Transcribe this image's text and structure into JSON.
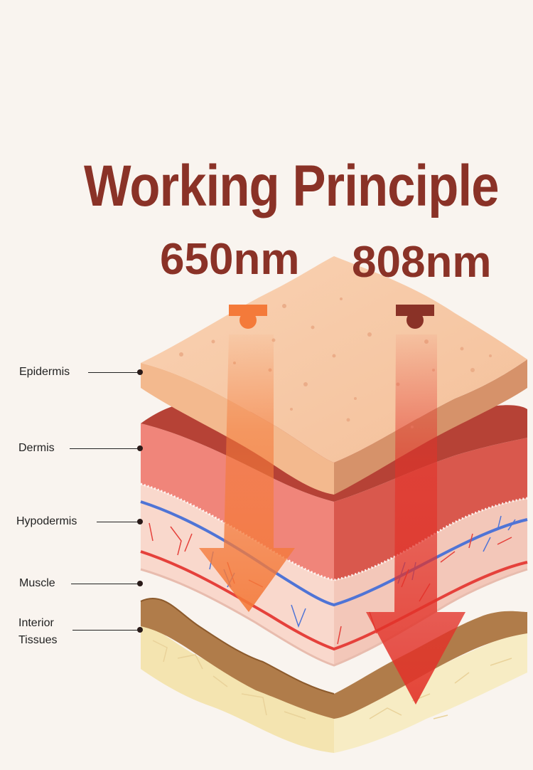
{
  "title": "Working Principle",
  "wavelengths": {
    "left": "650nm",
    "right": "808nm"
  },
  "layers": [
    {
      "label_lines": [
        "Epidermis"
      ]
    },
    {
      "label_lines": [
        "Dermis"
      ]
    },
    {
      "label_lines": [
        "Hypodermis"
      ]
    },
    {
      "label_lines": [
        "Muscle"
      ]
    },
    {
      "label_lines": [
        "Interior",
        "Tissues"
      ]
    }
  ],
  "colors": {
    "background": "#f9f4ef",
    "title": "#8a3227",
    "epidermis": "#f6c7a4",
    "dermis": "#f0857a",
    "dermis_dark": "#b64236",
    "hypodermis": "#f9d8cc",
    "vein": "#4f74d6",
    "artery": "#e5413b",
    "muscle": "#b07c4a",
    "interior": "#f7ecc4",
    "beam_650": "#f47a3a",
    "beam_808": "#e23229",
    "emitter_808": "#8a3227"
  }
}
